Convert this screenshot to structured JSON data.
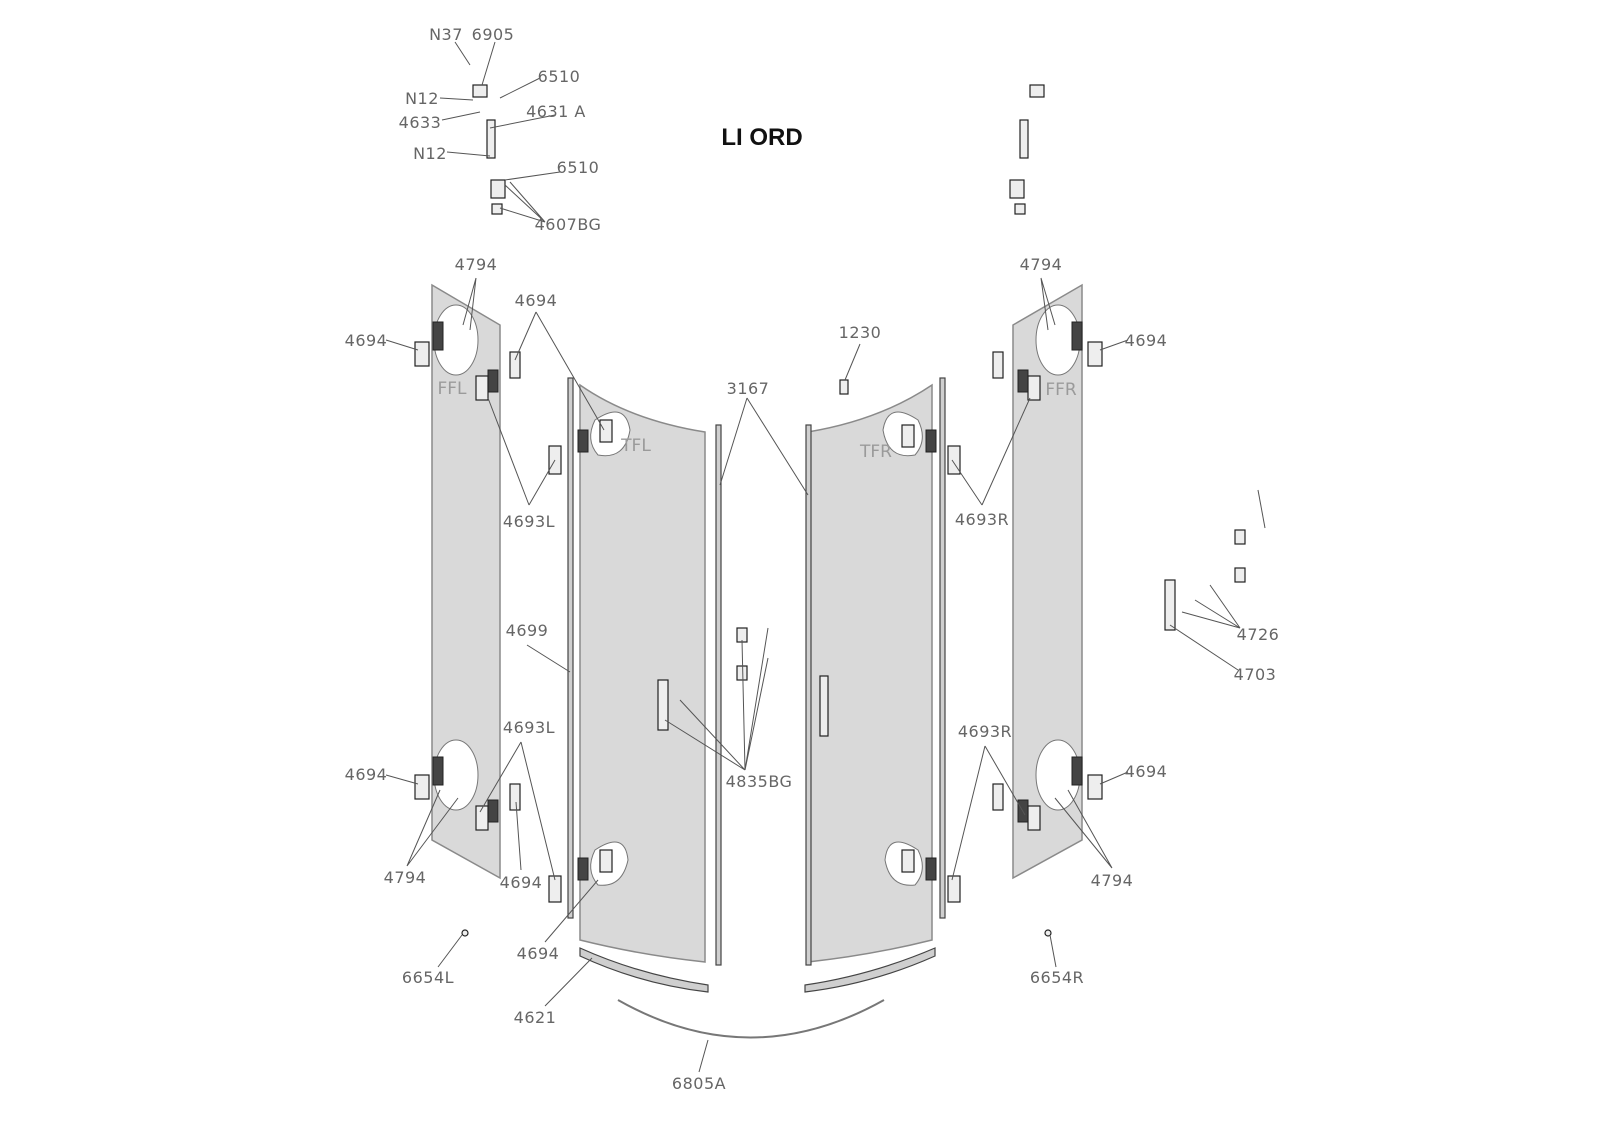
{
  "title": "LI ORD",
  "zones": [
    "FFL",
    "TFL",
    "TFR",
    "FFR"
  ],
  "labels": [
    "N37",
    "6905",
    "6510",
    "N12",
    "4633",
    "4631 A",
    "N12",
    "6510",
    "4607BG",
    "4794",
    "4694",
    "4694",
    "1230",
    "3167",
    "4794",
    "4694",
    "4693L",
    "4693R",
    "4699",
    "4726",
    "4703",
    "4693L",
    "4693R",
    "4694",
    "4694",
    "4835BG",
    "4794",
    "4694",
    "4794",
    "4694",
    "6654L",
    "6654R",
    "4621",
    "6805A"
  ]
}
